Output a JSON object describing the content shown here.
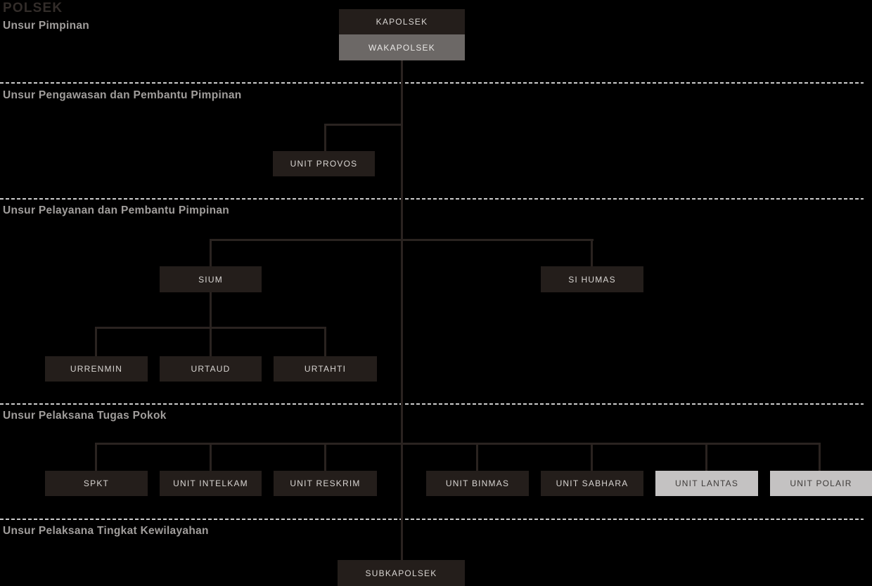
{
  "title": "POLSEK",
  "sections": {
    "pimpinan": {
      "label": "Unsur Pimpinan"
    },
    "pengawasan": {
      "label": "Unsur Pengawasan dan Pembantu Pimpinan"
    },
    "pelayanan": {
      "label": "Unsur Pelayanan dan Pembantu Pimpinan"
    },
    "pelaksana_pokok": {
      "label": "Unsur Pelaksana Tugas Pokok"
    },
    "kewilayahan": {
      "label": "Unsur Pelaksana Tingkat Kewilayahan"
    }
  },
  "nodes": {
    "kapolsek": {
      "label": "KAPOLSEK"
    },
    "wakapolsek": {
      "label": "WAKAPOLSEK"
    },
    "unit_provos": {
      "label": "UNIT PROVOS"
    },
    "sium": {
      "label": "SIUM"
    },
    "si_humas": {
      "label": "SI HUMAS"
    },
    "urrenmin": {
      "label": "URRENMIN"
    },
    "urtaud": {
      "label": "URTAUD"
    },
    "urtahti": {
      "label": "URTAHTI"
    },
    "spkt": {
      "label": "SPKT"
    },
    "unit_intelkam": {
      "label": "UNIT INTELKAM"
    },
    "unit_reskrim": {
      "label": "UNIT RESKRIM"
    },
    "unit_binmas": {
      "label": "UNIT BINMAS"
    },
    "unit_sabhara": {
      "label": "UNIT SABHARA"
    },
    "unit_lantas": {
      "label": "UNIT LANTAS"
    },
    "unit_polair": {
      "label": "UNIT POLAIR"
    },
    "subkapolsek": {
      "label": "SUBKAPOLSEK"
    }
  },
  "hierarchy": {
    "root": "KAPOLSEK",
    "edges": [
      [
        "KAPOLSEK",
        "WAKAPOLSEK"
      ],
      [
        "WAKAPOLSEK",
        "UNIT PROVOS"
      ],
      [
        "WAKAPOLSEK",
        "SIUM"
      ],
      [
        "WAKAPOLSEK",
        "SI HUMAS"
      ],
      [
        "SIUM",
        "URRENMIN"
      ],
      [
        "SIUM",
        "URTAUD"
      ],
      [
        "SIUM",
        "URTAHTI"
      ],
      [
        "WAKAPOLSEK",
        "SPKT"
      ],
      [
        "WAKAPOLSEK",
        "UNIT INTELKAM"
      ],
      [
        "WAKAPOLSEK",
        "UNIT RESKRIM"
      ],
      [
        "WAKAPOLSEK",
        "UNIT BINMAS"
      ],
      [
        "WAKAPOLSEK",
        "UNIT SABHARA"
      ],
      [
        "WAKAPOLSEK",
        "UNIT LANTAS"
      ],
      [
        "WAKAPOLSEK",
        "UNIT POLAIR"
      ],
      [
        "WAKAPOLSEK",
        "SUBKAPOLSEK"
      ]
    ]
  },
  "colors": {
    "background": "#000000",
    "node_dark": "#241e1b",
    "node_gray": "#6c6866",
    "node_light": "#c4c2c2",
    "node_text_light": "#d9d6d3",
    "node_text_dark": "#3e3b39",
    "connector_line": "#2a2320",
    "divider_dash": "#cbcbcb",
    "section_label_text": "#a19e9c",
    "title_text": "#332d2a"
  }
}
